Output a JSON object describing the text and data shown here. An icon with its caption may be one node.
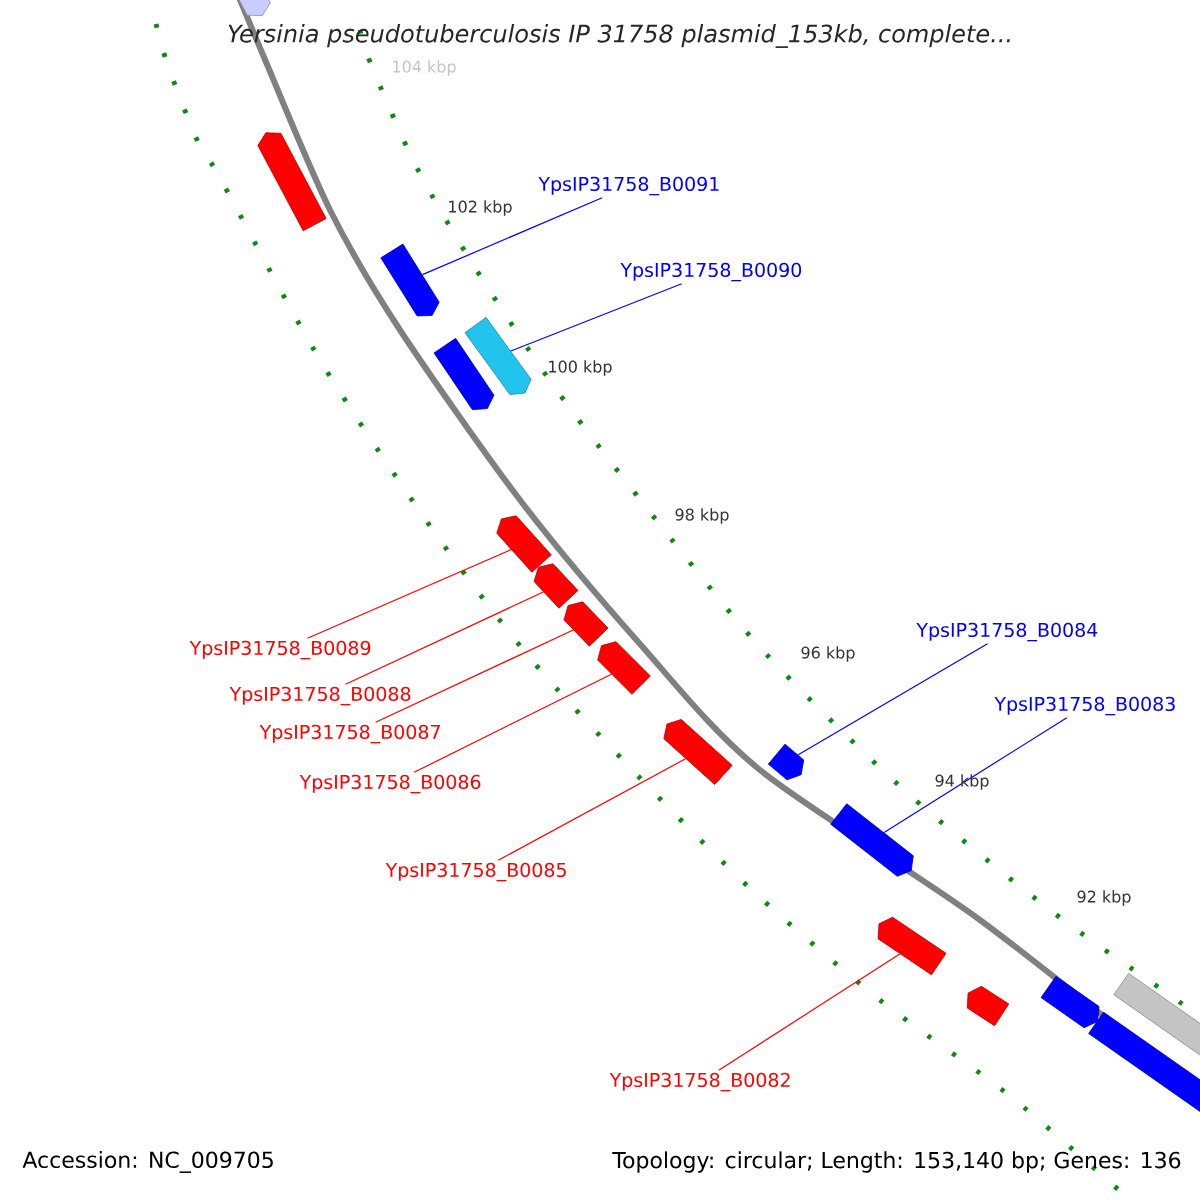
{
  "diagram": {
    "title": "Yersinia pseudotuberculosis IP 31758 plasmid_153kb, complete...",
    "nodes": [
      {
        "text": [],
        "shape": "arrow"
      },
      {
        "text": [],
        "shape": "arrow"
      },
      {
        "text": [],
        "shape": "arrow"
      },
      {
        "text": [],
        "shape": "arrow"
      },
      {
        "text": [],
        "shape": "arrow"
      },
      {
        "text": [],
        "shape": "arrow"
      },
      {
        "text": [],
        "shape": "arrow"
      },
      {
        "text": [],
        "shape": "arrow"
      },
      {
        "text": [],
        "shape": "arrow"
      },
      {
        "text": [],
        "shape": "arrow"
      },
      {
        "text": [],
        "shape": "arrow"
      },
      {
        "text": [],
        "shape": "arrow"
      },
      {
        "text": [],
        "shape": "arrow"
      },
      {
        "text": [],
        "shape": "arrow"
      },
      {
        "text": [],
        "shape": "arrow"
      },
      {
        "text": [],
        "shape": "arrow"
      },
      {
        "text": [],
        "shape": "arrow"
      },
      {
        "text": [
          "YpsIP31758_B0091"
        ]
      },
      {
        "text": [
          "YpsIP31758_B0090"
        ]
      },
      {
        "text": [
          "YpsIP31758_B0089"
        ]
      },
      {
        "text": [
          "YpsIP31758_B0088"
        ]
      },
      {
        "text": [
          "YpsIP31758_B0087"
        ]
      },
      {
        "text": [
          "YpsIP31758_B0086"
        ]
      },
      {
        "text": [
          "YpsIP31758_B0085"
        ]
      },
      {
        "text": [
          "YpsIP31758_B0084"
        ]
      },
      {
        "text": [
          "YpsIP31758_B0083"
        ]
      },
      {
        "text": [
          "YpsIP31758_B0082"
        ]
      }
    ],
    "edges": [
      {
        "from": 17,
        "to": 2,
        "arrow": "none",
        "color": "#0000ff"
      },
      {
        "from": 18,
        "to": 4,
        "arrow": "none",
        "color": "#0000ff"
      },
      {
        "from": 19,
        "to": 5,
        "arrow": "none"
      },
      {
        "from": 20,
        "to": 6,
        "arrow": "none"
      },
      {
        "from": 21,
        "to": 7,
        "arrow": "none"
      },
      {
        "from": 22,
        "to": 8,
        "arrow": "none"
      },
      {
        "from": 23,
        "to": 9,
        "arrow": "none"
      },
      {
        "from": 24,
        "to": 10,
        "arrow": "none",
        "color": "#0000ff"
      },
      {
        "from": 25,
        "to": 11,
        "arrow": "none",
        "color": "#0000ff"
      },
      {
        "from": 26,
        "to": 12,
        "arrow": "none"
      }
    ],
    "labels": [
      "104 kbp",
      "102 kbp",
      "100 kbp",
      "98 kbp",
      "96 kbp",
      "94 kbp",
      "92 kbp",
      "Accession: NC_009705",
      "Topology: circular; Length: 153,140 bp; Genes: 136"
    ]
  }
}
